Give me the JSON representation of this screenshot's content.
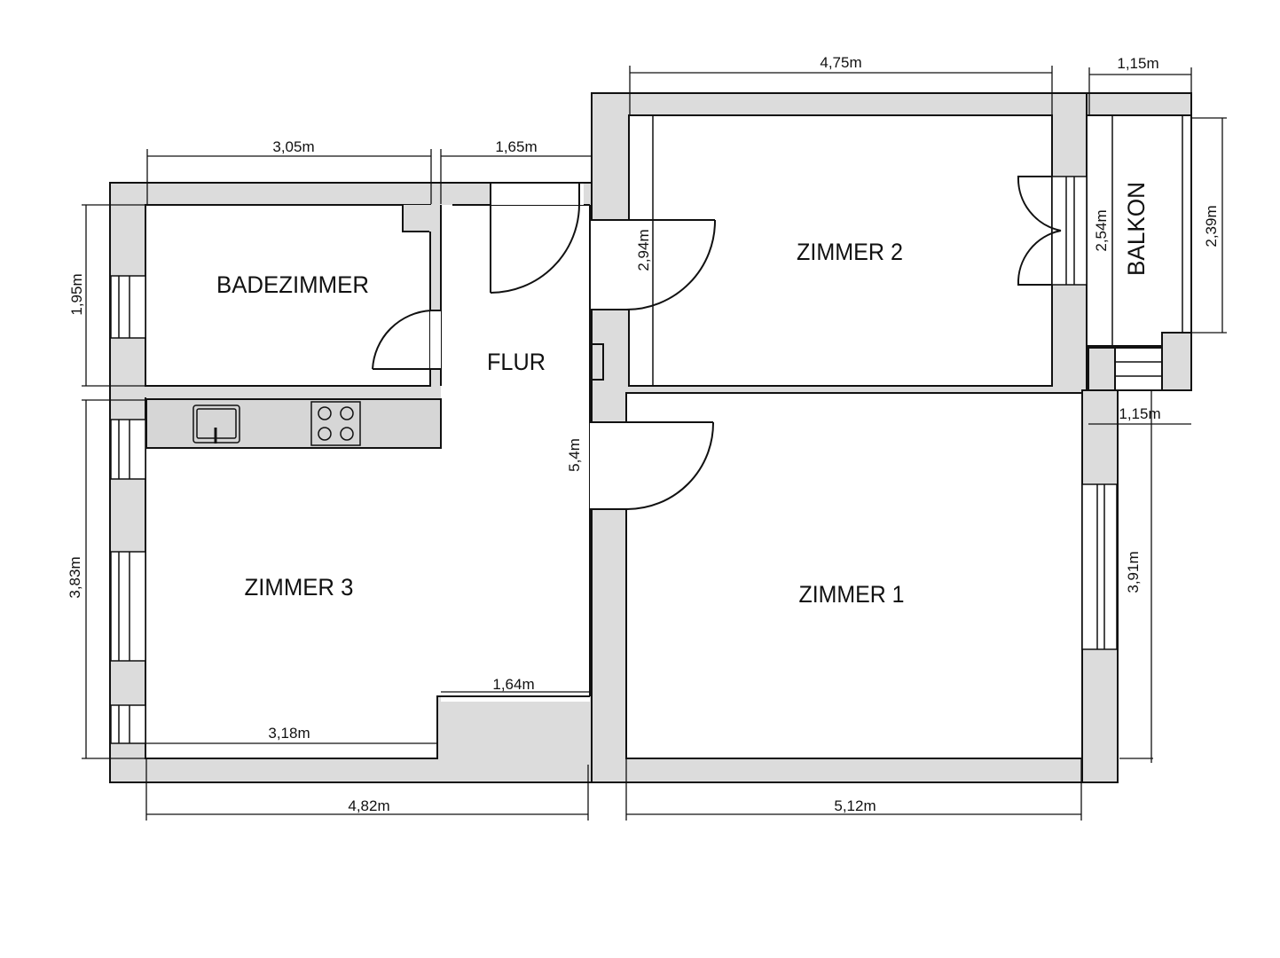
{
  "plan": {
    "rooms": [
      {
        "id": "badezimmer",
        "label": "BADEZIMMER"
      },
      {
        "id": "flur",
        "label": "FLUR"
      },
      {
        "id": "zimmer2",
        "label": "ZIMMER 2"
      },
      {
        "id": "balkon",
        "label": "BALKON"
      },
      {
        "id": "zimmer3",
        "label": "ZIMMER 3"
      },
      {
        "id": "zimmer1",
        "label": "ZIMMER 1"
      }
    ],
    "dimensions": {
      "bad_width": "3,05m",
      "flur_width": "1,65m",
      "zimmer2_width": "4,75m",
      "balkon_width_top": "1,15m",
      "bad_height": "1,95m",
      "zimmer2_height_left": "2,94m",
      "zimmer2_height_right": "2,54m",
      "balkon_height": "2,39m",
      "balkon_width_bottom": "1,15m",
      "flur_length": "5,4m",
      "zimmer3_height": "3,83m",
      "zimmer1_height": "3,91m",
      "niche_width": "1,64m",
      "zimmer3_bottom_inner": "3,18m",
      "zimmer3_width": "4,82m",
      "zimmer1_width": "5,12m"
    },
    "fixtures": {
      "sink": "sink-icon",
      "stove": "stove-icon"
    },
    "colors": {
      "wall": "#dcdcdc",
      "line": "#111111",
      "background": "#ffffff"
    }
  }
}
